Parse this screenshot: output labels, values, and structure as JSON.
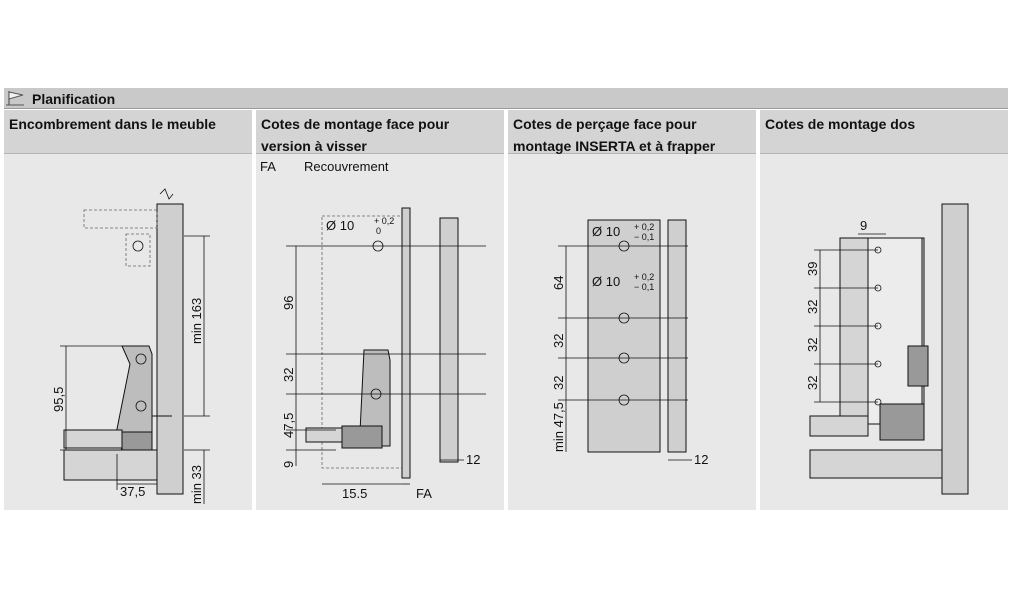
{
  "header": {
    "title": "Planification",
    "flag_icon": "flag-icon"
  },
  "columns": [
    {
      "title": "Encombrement dans le meuble",
      "dims": {
        "min163": "min 163",
        "d95": "95,5",
        "d37": "37,5",
        "min33": "min 33"
      }
    },
    {
      "title": "Cotes de montage face pour version à visser",
      "labels": {
        "fa": "FA",
        "recouvrement": "Recouvrement",
        "hole": "Ø 10",
        "tol_plus": "+ 0,2",
        "tol_minus": "0"
      },
      "dims": {
        "d96": "96",
        "d32": "32",
        "d47": "47,5",
        "d9": "9",
        "d15": "15.5",
        "fa": "FA",
        "d12": "12"
      }
    },
    {
      "title": "Cotes de perçage face pour montage INSERTA et à frapper",
      "labels": {
        "hole1": "Ø 10",
        "hole2": "Ø 10",
        "tol_plus": "+ 0,2",
        "tol_minus": "− 0,1"
      },
      "dims": {
        "d64": "64",
        "d32a": "32",
        "d32b": "32",
        "min47": "min 47,5",
        "d12": "12"
      }
    },
    {
      "title": "Cotes de montage dos",
      "dims": {
        "d9": "9",
        "d39": "39",
        "d32a": "32",
        "d32b": "32",
        "d32c": "32"
      }
    }
  ]
}
